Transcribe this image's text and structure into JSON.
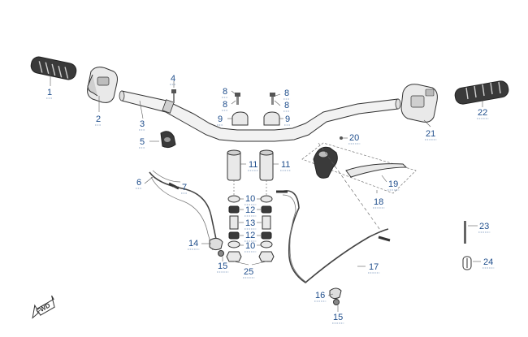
{
  "diagram": {
    "callouts": [
      {
        "id": "c1",
        "label": "1"
      },
      {
        "id": "c2",
        "label": "2"
      },
      {
        "id": "c3",
        "label": "3"
      },
      {
        "id": "c4",
        "label": "4"
      },
      {
        "id": "c5",
        "label": "5"
      },
      {
        "id": "c6",
        "label": "6"
      },
      {
        "id": "c7",
        "label": "7"
      },
      {
        "id": "c8a",
        "label": "8"
      },
      {
        "id": "c8b",
        "label": "8"
      },
      {
        "id": "c8c",
        "label": "8"
      },
      {
        "id": "c8d",
        "label": "8"
      },
      {
        "id": "c9a",
        "label": "9"
      },
      {
        "id": "c9b",
        "label": "9"
      },
      {
        "id": "c10a",
        "label": "10"
      },
      {
        "id": "c10b",
        "label": "10"
      },
      {
        "id": "c11a",
        "label": "11"
      },
      {
        "id": "c11b",
        "label": "11"
      },
      {
        "id": "c12a",
        "label": "12"
      },
      {
        "id": "c12b",
        "label": "12"
      },
      {
        "id": "c13",
        "label": "13"
      },
      {
        "id": "c14",
        "label": "14"
      },
      {
        "id": "c15a",
        "label": "15"
      },
      {
        "id": "c15b",
        "label": "15"
      },
      {
        "id": "c16",
        "label": "16"
      },
      {
        "id": "c17",
        "label": "17"
      },
      {
        "id": "c18",
        "label": "18"
      },
      {
        "id": "c19",
        "label": "19"
      },
      {
        "id": "c20",
        "label": "20"
      },
      {
        "id": "c21",
        "label": "21"
      },
      {
        "id": "c22",
        "label": "22"
      },
      {
        "id": "c23",
        "label": "23"
      },
      {
        "id": "c24",
        "label": "24"
      },
      {
        "id": "c25",
        "label": "25"
      }
    ],
    "fwd_label": "FWD"
  }
}
